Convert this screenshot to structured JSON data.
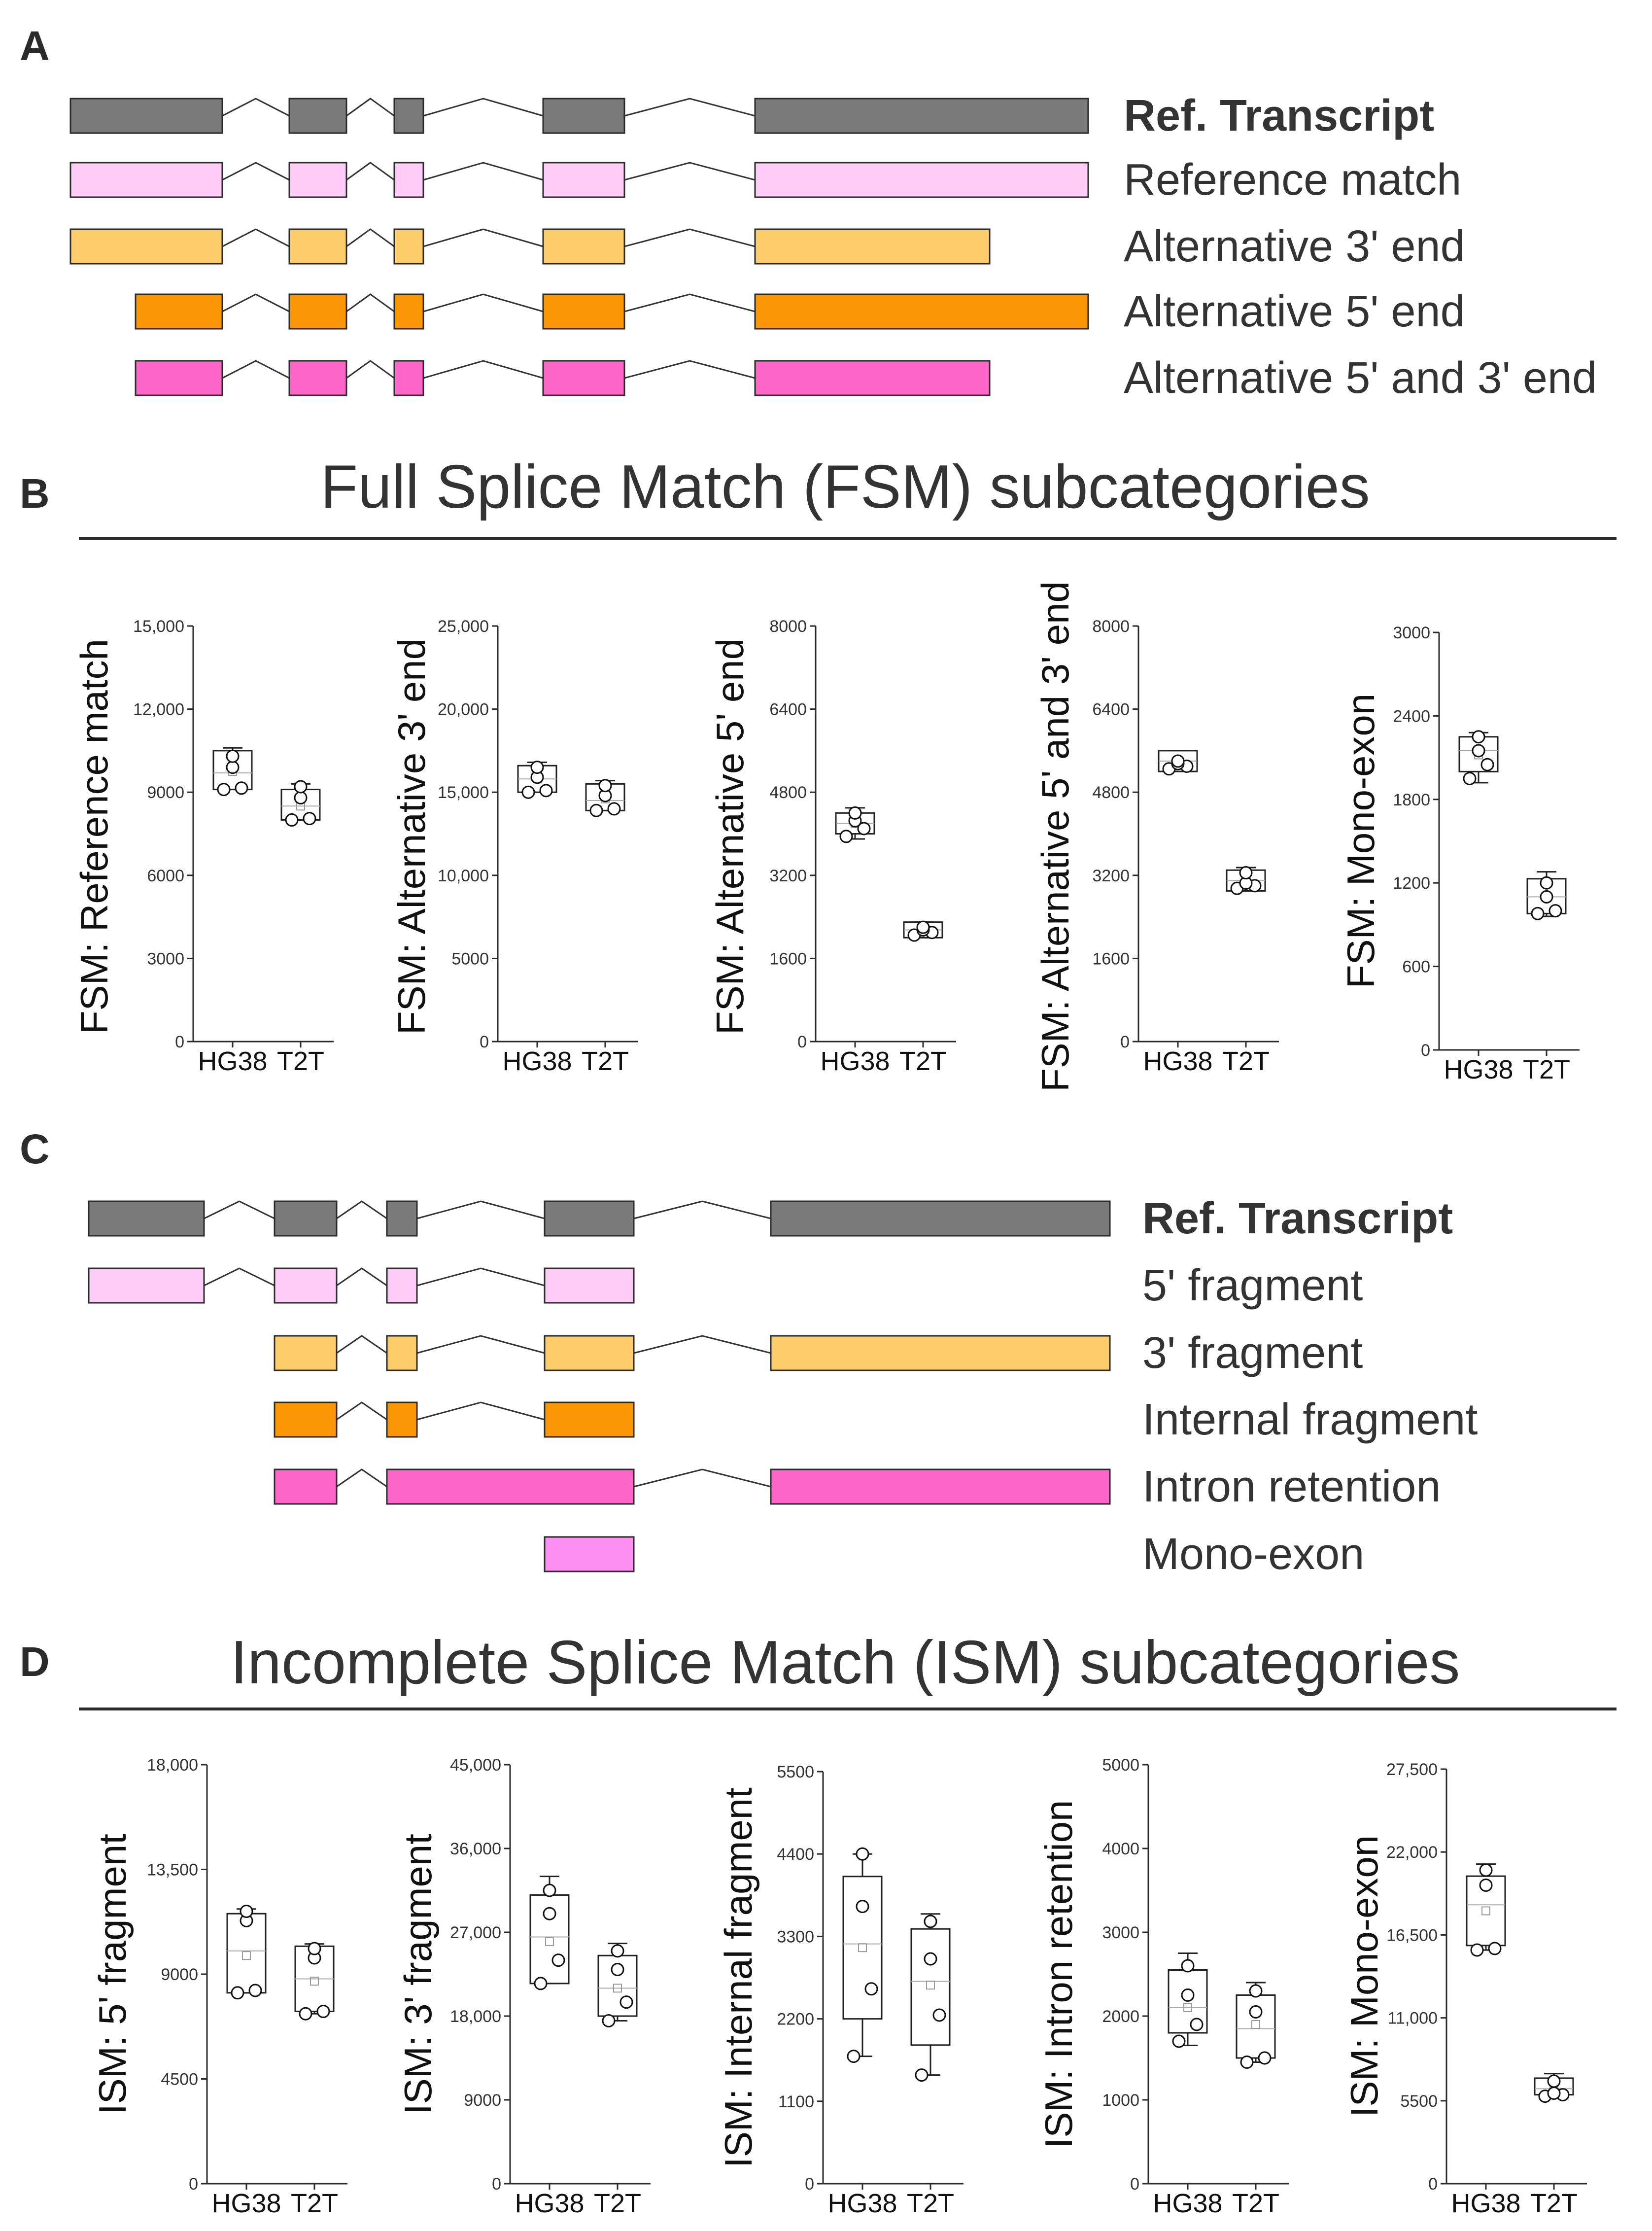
{
  "colors": {
    "ref": "#7a7a7a",
    "c1": "#ffccf7",
    "c2": "#fdcd6c",
    "c3": "#fb9604",
    "c4": "#fd66c8",
    "c5": "#fd8ef1",
    "line": "#2b2b2b"
  },
  "panel_a": {
    "label": "A",
    "transcripts": [
      {
        "name": "Ref. Transcript",
        "bold": true,
        "color_key": "ref"
      },
      {
        "name": "Reference match",
        "color_key": "c1"
      },
      {
        "name": "Alternative 3' end",
        "color_key": "c2"
      },
      {
        "name": "Alternative 5' end",
        "color_key": "c3"
      },
      {
        "name": "Alternative 5' and 3' end",
        "color_key": "c4"
      }
    ]
  },
  "panel_b": {
    "label": "B",
    "title": "Full Splice Match (FSM) subcategories"
  },
  "panel_c": {
    "label": "C",
    "transcripts": [
      {
        "name": "Ref. Transcript",
        "bold": true,
        "color_key": "ref"
      },
      {
        "name": "5' fragment",
        "color_key": "c1"
      },
      {
        "name": "3' fragment",
        "color_key": "c2"
      },
      {
        "name": "Internal fragment",
        "color_key": "c3"
      },
      {
        "name": "Intron retention",
        "color_key": "c4"
      },
      {
        "name": "Mono-exon",
        "color_key": "c5"
      }
    ]
  },
  "panel_d": {
    "label": "D",
    "title": "Incomplete Splice Match (ISM) subcategories"
  },
  "chart_data": [
    {
      "type": "box",
      "panel": "B",
      "ylabel": "FSM: Reference match",
      "yticks": [
        "0",
        "3000",
        "6000",
        "9000",
        "12,000",
        "15,000"
      ],
      "ylim": [
        0,
        15000
      ],
      "categories": [
        "HG38",
        "T2T"
      ],
      "boxes": [
        {
          "q1": 9100,
          "q3": 10500,
          "median": 9700,
          "mean": 9750,
          "whisker_low": 9100,
          "whisker_high": 10600,
          "points": [
            9100,
            9150,
            9900,
            10300
          ]
        },
        {
          "q1": 8000,
          "q3": 9100,
          "median": 8500,
          "mean": 8500,
          "whisker_low": 8000,
          "whisker_high": 9300,
          "points": [
            8000,
            8050,
            8800,
            9200
          ]
        }
      ]
    },
    {
      "type": "box",
      "panel": "B",
      "ylabel": "FSM: Alternative 3' end",
      "yticks": [
        "0",
        "5000",
        "10,000",
        "15,000",
        "20,000",
        "25,000"
      ],
      "ylim": [
        0,
        25000
      ],
      "categories": [
        "HG38",
        "T2T"
      ],
      "boxes": [
        {
          "q1": 15000,
          "q3": 16600,
          "median": 15800,
          "mean": 15800,
          "whisker_low": 15000,
          "whisker_high": 16800,
          "points": [
            15000,
            15100,
            15900,
            16500
          ]
        },
        {
          "q1": 13900,
          "q3": 15500,
          "median": 14500,
          "mean": 14600,
          "whisker_low": 13900,
          "whisker_high": 15700,
          "points": [
            13900,
            14000,
            14800,
            15400
          ]
        }
      ]
    },
    {
      "type": "box",
      "panel": "B",
      "ylabel": "FSM: Alternative 5' end",
      "yticks": [
        "0",
        "1600",
        "3200",
        "4800",
        "6400",
        "8000"
      ],
      "ylim": [
        0,
        8000
      ],
      "categories": [
        "HG38",
        "T2T"
      ],
      "boxes": [
        {
          "q1": 4000,
          "q3": 4400,
          "median": 4200,
          "mean": 4200,
          "whisker_low": 3900,
          "whisker_high": 4500,
          "points": [
            3950,
            4100,
            4250,
            4400
          ]
        },
        {
          "q1": 2000,
          "q3": 2300,
          "median": 2150,
          "mean": 2150,
          "whisker_low": 2000,
          "whisker_high": 2300,
          "points": [
            2050,
            2100,
            2150,
            2200
          ]
        }
      ]
    },
    {
      "type": "box",
      "panel": "B",
      "ylabel": "FSM: Alternative 5' and 3' end",
      "yticks": [
        "0",
        "1600",
        "3200",
        "4800",
        "6400",
        "8000"
      ],
      "ylim": [
        0,
        8000
      ],
      "categories": [
        "HG38",
        "T2T"
      ],
      "boxes": [
        {
          "q1": 5200,
          "q3": 5600,
          "median": 5400,
          "mean": 5350,
          "whisker_low": 5200,
          "whisker_high": 5600,
          "points": [
            5250,
            5300,
            5350,
            5400
          ]
        },
        {
          "q1": 2900,
          "q3": 3300,
          "median": 3100,
          "mean": 3100,
          "whisker_low": 2900,
          "whisker_high": 3350,
          "points": [
            2950,
            3000,
            3050,
            3250
          ]
        }
      ]
    },
    {
      "type": "box",
      "panel": "B",
      "ylabel": "FSM: Mono-exon",
      "yticks": [
        "0",
        "600",
        "1200",
        "1800",
        "2400",
        "3000"
      ],
      "ylim": [
        0,
        3000
      ],
      "categories": [
        "HG38",
        "T2T"
      ],
      "boxes": [
        {
          "q1": 2000,
          "q3": 2250,
          "median": 2150,
          "mean": 2120,
          "whisker_low": 1920,
          "whisker_high": 2280,
          "points": [
            1950,
            2050,
            2150,
            2250
          ]
        },
        {
          "q1": 980,
          "q3": 1230,
          "median": 1100,
          "mean": 1100,
          "whisker_low": 960,
          "whisker_high": 1280,
          "points": [
            980,
            1000,
            1100,
            1200
          ]
        }
      ]
    },
    {
      "type": "box",
      "panel": "D",
      "ylabel": "ISM: 5' fragment",
      "yticks": [
        "0",
        "4500",
        "9000",
        "13,500",
        "18,000"
      ],
      "ylim": [
        0,
        18000
      ],
      "categories": [
        "HG38",
        "T2T"
      ],
      "boxes": [
        {
          "q1": 8200,
          "q3": 11600,
          "median": 10000,
          "mean": 9800,
          "whisker_low": 8200,
          "whisker_high": 11800,
          "points": [
            8200,
            8300,
            11300,
            11700
          ]
        },
        {
          "q1": 7400,
          "q3": 10200,
          "median": 8800,
          "mean": 8700,
          "whisker_low": 7300,
          "whisker_high": 10300,
          "points": [
            7300,
            7400,
            9700,
            10100
          ]
        }
      ]
    },
    {
      "type": "box",
      "panel": "D",
      "ylabel": "ISM: 3' fragment",
      "yticks": [
        "0",
        "9000",
        "18,000",
        "27,000",
        "36,000",
        "45,000"
      ],
      "ylim": [
        0,
        45000
      ],
      "categories": [
        "HG38",
        "T2T"
      ],
      "boxes": [
        {
          "q1": 21500,
          "q3": 31000,
          "median": 26500,
          "mean": 26000,
          "whisker_low": 21500,
          "whisker_high": 33000,
          "points": [
            21500,
            24000,
            29000,
            31500
          ]
        },
        {
          "q1": 18000,
          "q3": 24500,
          "median": 21000,
          "mean": 21000,
          "whisker_low": 17500,
          "whisker_high": 25800,
          "points": [
            17500,
            19500,
            23000,
            25000
          ]
        }
      ]
    },
    {
      "type": "box",
      "panel": "D",
      "ylabel": "ISM: Internal fragment",
      "yticks": [
        "0",
        "1100",
        "2200",
        "3300",
        "4400",
        "5500"
      ],
      "ylim": [
        0,
        5500
      ],
      "categories": [
        "HG38",
        "T2T"
      ],
      "boxes": [
        {
          "q1": 2200,
          "q3": 4100,
          "median": 3200,
          "mean": 3150,
          "whisker_low": 1700,
          "whisker_high": 4400,
          "points": [
            1700,
            2600,
            3700,
            4400
          ]
        },
        {
          "q1": 1850,
          "q3": 3400,
          "median": 2700,
          "mean": 2650,
          "whisker_low": 1450,
          "whisker_high": 3600,
          "points": [
            1450,
            2250,
            3000,
            3500
          ]
        }
      ]
    },
    {
      "type": "box",
      "panel": "D",
      "ylabel": "ISM: Intron retention",
      "yticks": [
        "0",
        "1000",
        "2000",
        "3000",
        "4000",
        "5000"
      ],
      "ylim": [
        0,
        5000
      ],
      "categories": [
        "HG38",
        "T2T"
      ],
      "boxes": [
        {
          "q1": 1800,
          "q3": 2550,
          "median": 2100,
          "mean": 2100,
          "whisker_low": 1650,
          "whisker_high": 2750,
          "points": [
            1700,
            1900,
            2250,
            2600
          ]
        },
        {
          "q1": 1500,
          "q3": 2250,
          "median": 1850,
          "mean": 1900,
          "whisker_low": 1450,
          "whisker_high": 2400,
          "points": [
            1450,
            1500,
            2050,
            2300
          ]
        }
      ]
    },
    {
      "type": "box",
      "panel": "D",
      "ylabel": "ISM: Mono-exon",
      "yticks": [
        "0",
        "5500",
        "11,000",
        "16,500",
        "22,000",
        "27,500"
      ],
      "ylim": [
        0,
        27500
      ],
      "categories": [
        "HG38",
        "T2T"
      ],
      "boxes": [
        {
          "q1": 15800,
          "q3": 20400,
          "median": 18500,
          "mean": 18100,
          "whisker_low": 15500,
          "whisker_high": 21200,
          "points": [
            15500,
            15600,
            19800,
            20800
          ]
        },
        {
          "q1": 5900,
          "q3": 7000,
          "median": 6300,
          "mean": 6400,
          "whisker_low": 5800,
          "whisker_high": 7300,
          "points": [
            5800,
            5900,
            6000,
            6800
          ]
        }
      ]
    }
  ]
}
